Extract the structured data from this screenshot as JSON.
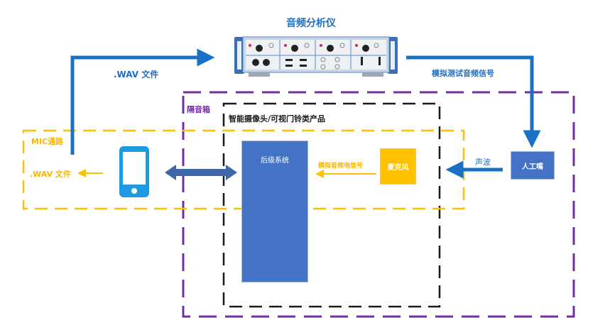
{
  "title": "音频分析仪",
  "labels": {
    "wav_top": ".WAV 文件",
    "analog_test_signal": "模拟测试音频信号",
    "soundbox": "隔音箱",
    "product": "智能摄像头/可视门铃类产品",
    "mic_path": "MIC通路",
    "wav_left": ".WAV 文件",
    "backend": "后级系统",
    "analog_elec_signal": "模拟音频电信号",
    "microphone": "麦克风",
    "sound_wave": "声波",
    "artificial_mouth": "人工嘴"
  },
  "icons": {
    "analyzer": "audio-analyzer-device-image",
    "phone": "smartphone-icon"
  },
  "colors": {
    "blue_arrow": "#1a70c4",
    "block_blue": "#4472c4",
    "orange": "#ffc000",
    "purple": "#7030a0",
    "black": "#1a1a1a",
    "phone_blue": "#1e9be0",
    "double_arrow": "#3e66a8"
  }
}
